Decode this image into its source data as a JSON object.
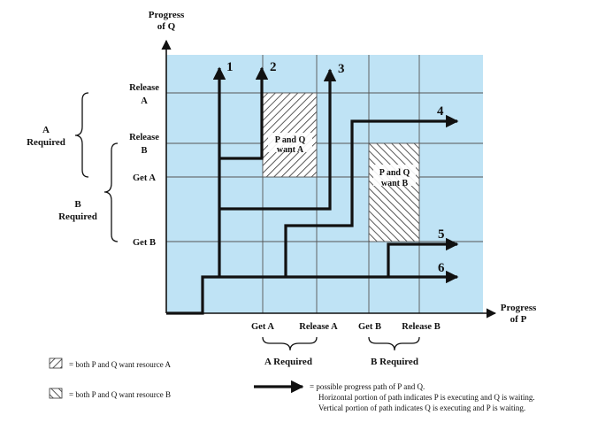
{
  "colors": {
    "plot_bg": "#bfe3f5",
    "grid": "#555555",
    "path": "#111111",
    "hatch_bg": "#ffffff"
  },
  "axes": {
    "y_label_line1": "Progress",
    "y_label_line2": "of Q",
    "x_label_line1": "Progress",
    "x_label_line2": "of P"
  },
  "y_ticks": [
    {
      "line1": "Release",
      "line2": "A"
    },
    {
      "line1": "Release",
      "line2": "B"
    },
    {
      "line1": "Get A",
      "line2": ""
    },
    {
      "line1": "Get B",
      "line2": ""
    }
  ],
  "x_ticks": [
    "Get A",
    "Release A",
    "Get B",
    "Release B"
  ],
  "regions": {
    "a_required": "A Required",
    "b_required": "B Required",
    "left_a_line1": "A",
    "left_a_line2": "Required",
    "left_b_line1": "B",
    "left_b_line2": "Required"
  },
  "zones": {
    "a_line1": "P and Q",
    "a_line2": "want A",
    "b_line1": "P and Q",
    "b_line2": "want B"
  },
  "paths": [
    "1",
    "2",
    "3",
    "4",
    "5",
    "6"
  ],
  "legend": {
    "hatch_a": "= both P and Q want resource A",
    "hatch_b": "= both P and Q want resource B",
    "arrow_line1": "= possible progress path of P and Q.",
    "arrow_line2": "Horizontal portion of path indicates P is executing and Q is waiting.",
    "arrow_line3": "Vertical portion of path indicates Q is executing and P is waiting."
  }
}
